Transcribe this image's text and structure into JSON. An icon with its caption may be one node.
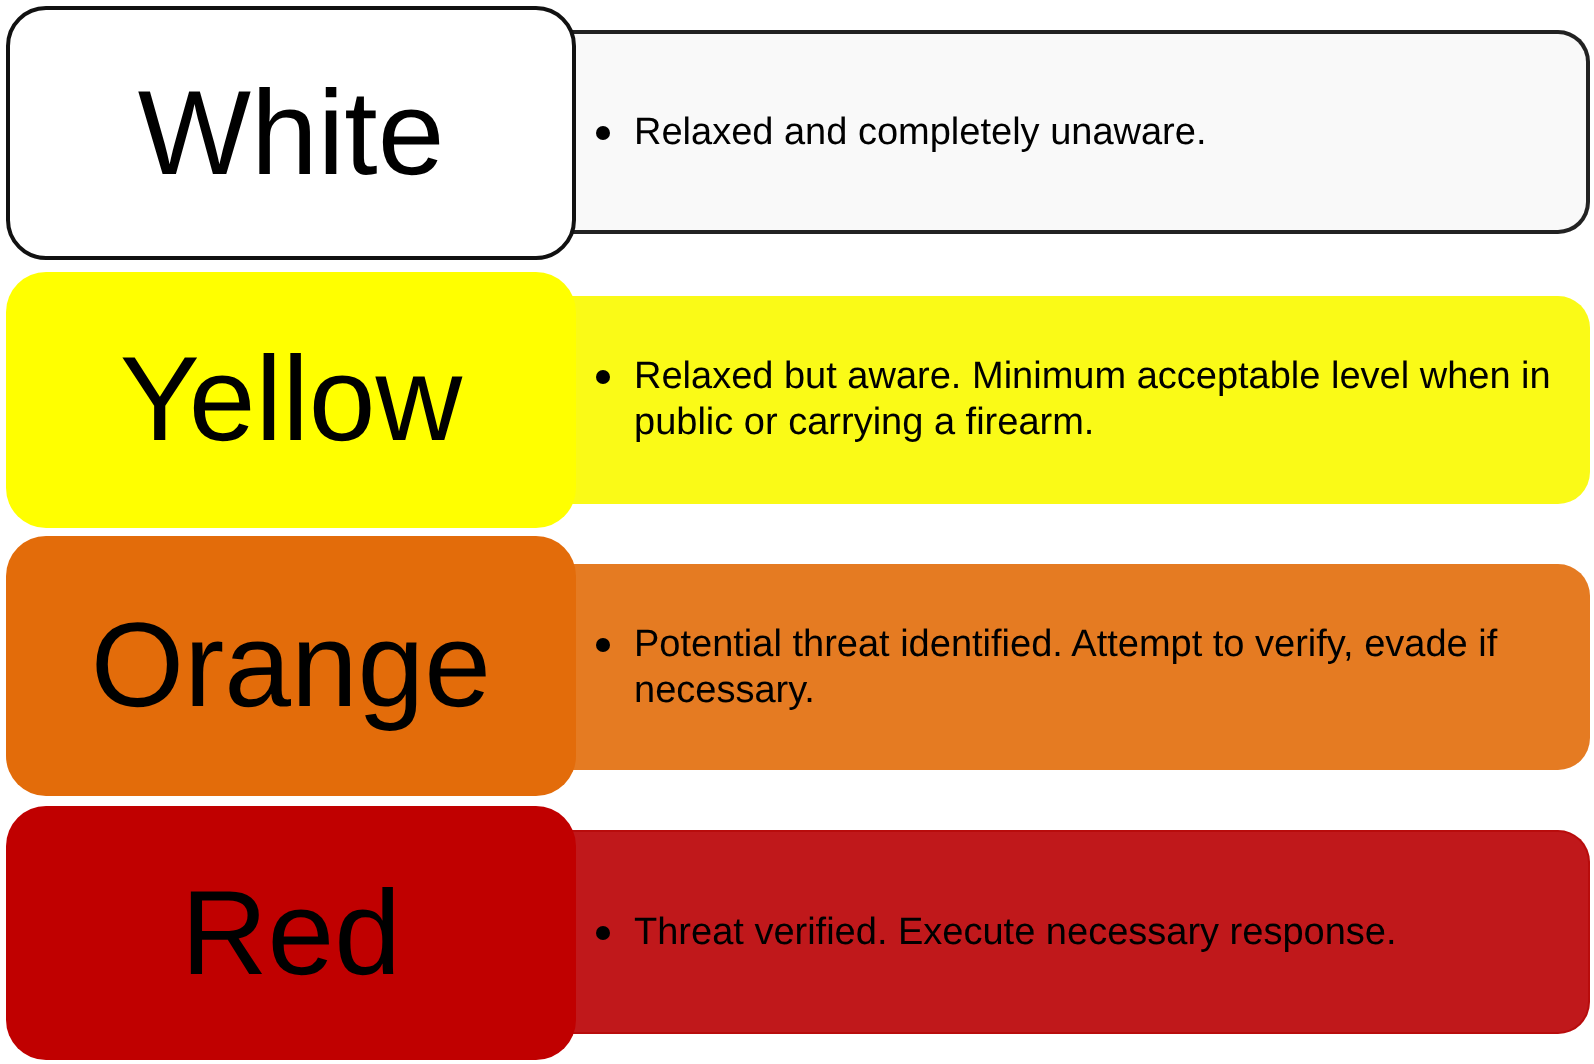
{
  "diagram": {
    "nodes": [
      {
        "text": [
          "White"
        ]
      },
      {
        "text": [
          "Relaxed and completely unaware."
        ]
      },
      {
        "text": [
          "Yellow"
        ]
      },
      {
        "text": [
          "Relaxed but aware. Minimum acceptable level when in public or carrying a firearm."
        ]
      },
      {
        "text": [
          "Orange"
        ]
      },
      {
        "text": [
          "Potential threat identified. Attempt to verify, evade if necessary."
        ]
      },
      {
        "text": [
          "Red"
        ]
      },
      {
        "text": [
          "Threat verified. Execute necessary response."
        ]
      }
    ],
    "edges": []
  }
}
